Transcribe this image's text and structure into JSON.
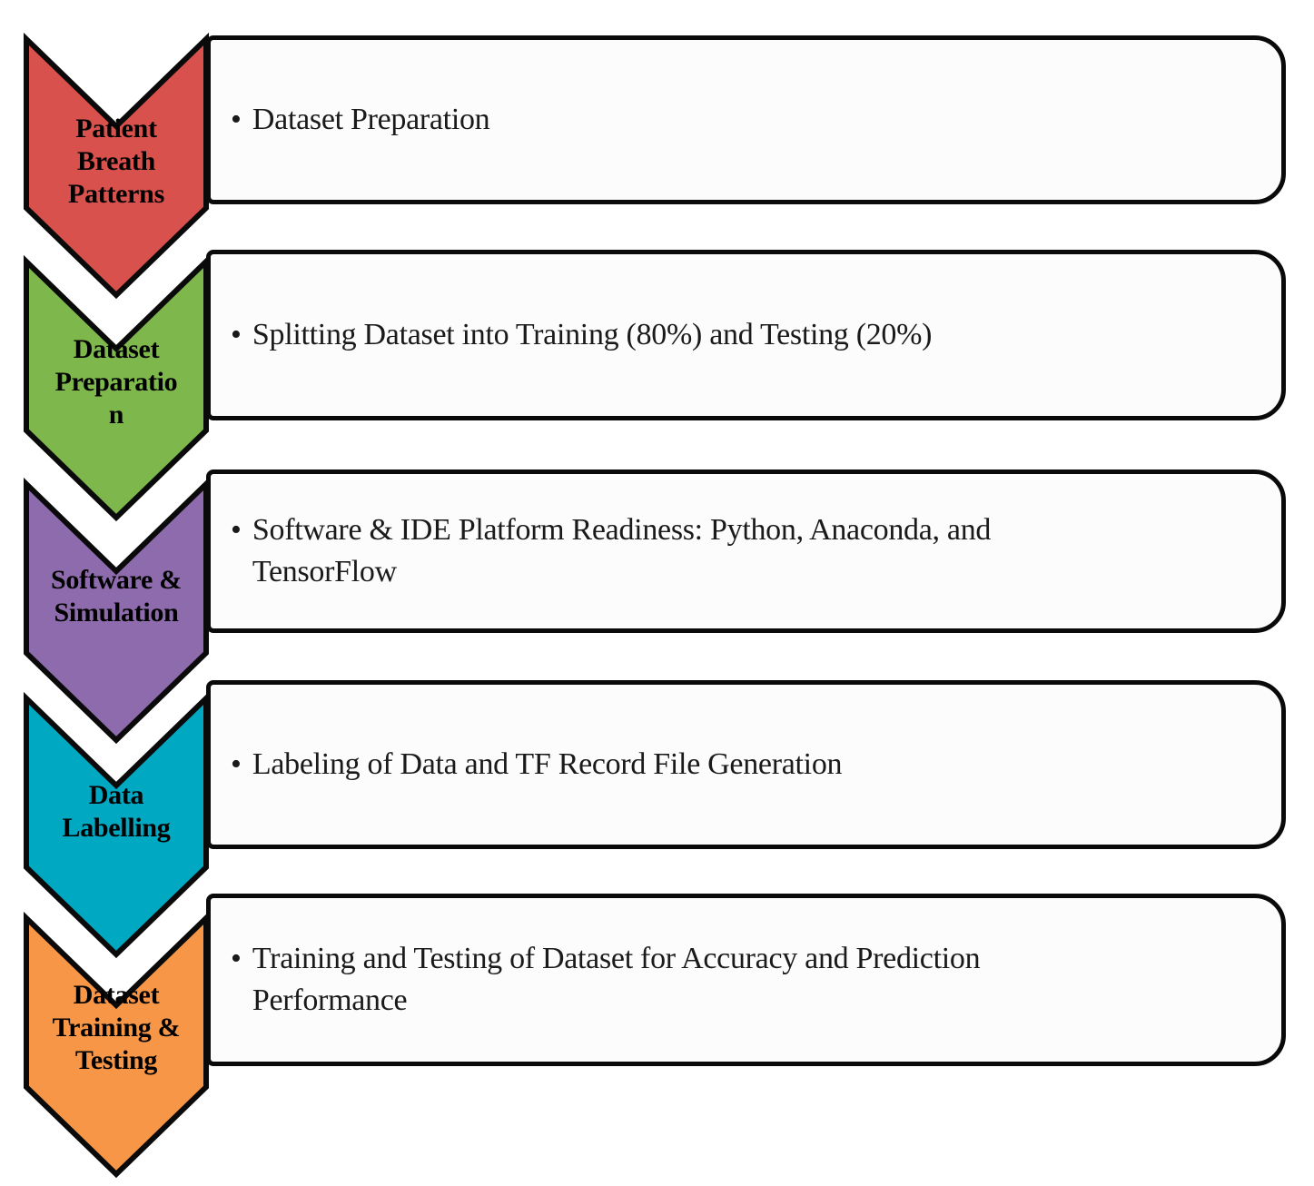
{
  "diagram": {
    "type": "vertical-chevron-process-list",
    "border_color": "#0a0a0a",
    "box_fill": "#FCFCFC"
  },
  "steps": [
    {
      "chevron": {
        "color": "#D8514C",
        "label": "Patient Breath Patterns",
        "lines": [
          "Patient",
          "Breath",
          "Patterns"
        ]
      },
      "box": {
        "bullet": "•",
        "text": "Dataset Preparation",
        "lines": [
          "Dataset Preparation"
        ]
      }
    },
    {
      "chevron": {
        "color": "#7EB84D",
        "label": "Dataset Preparation",
        "lines": [
          "Dataset",
          "Preparatio",
          "n"
        ]
      },
      "box": {
        "bullet": "•",
        "text": "Splitting Dataset into Training (80%) and Testing (20%)",
        "lines": [
          "Splitting Dataset into Training (80%) and Testing (20%)"
        ]
      }
    },
    {
      "chevron": {
        "color": "#8D6BAC",
        "label": "Software & Simulation",
        "lines": [
          "Software &",
          "Simulation"
        ]
      },
      "box": {
        "bullet": "•",
        "text": "Software & IDE Platform Readiness: Python, Anaconda, and TensorFlow",
        "lines": [
          "Software & IDE Platform Readiness: Python, Anaconda, and",
          "TensorFlow"
        ]
      }
    },
    {
      "chevron": {
        "color": "#00A8C2",
        "label": "Data Labelling",
        "lines": [
          "Data",
          "Labelling"
        ]
      },
      "box": {
        "bullet": "•",
        "text": "Labeling of Data and TF Record File Generation",
        "lines": [
          "Labeling of Data and TF Record File Generation"
        ]
      }
    },
    {
      "chevron": {
        "color": "#F79646",
        "label": "Dataset Training & Testing",
        "lines": [
          "Dataset",
          "Training  &",
          "Testing"
        ]
      },
      "box": {
        "bullet": "•",
        "text": "Training and Testing of Dataset for Accuracy and Prediction Performance",
        "lines": [
          "Training and Testing of Dataset for Accuracy and Prediction",
          "Performance"
        ]
      }
    }
  ]
}
